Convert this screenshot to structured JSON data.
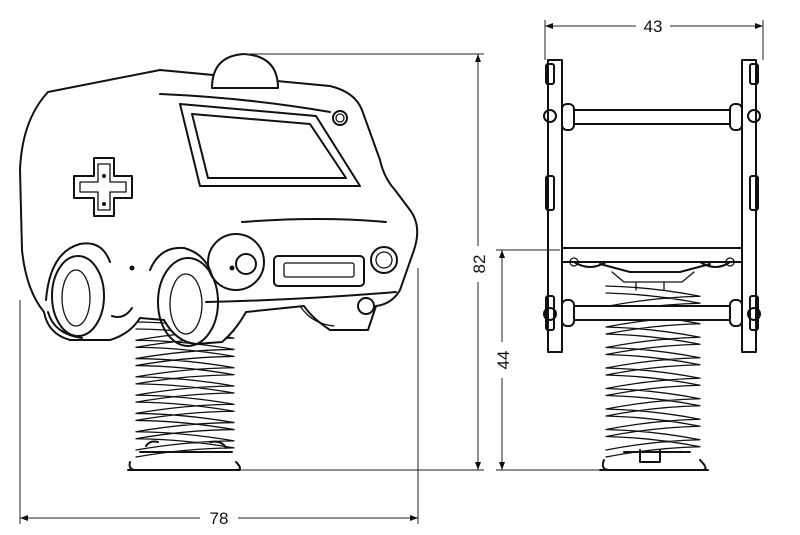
{
  "dimensions": {
    "width_side": "78",
    "height_total": "82",
    "width_front": "43",
    "height_seat": "44"
  },
  "colors": {
    "line": "#111111",
    "background": "#ffffff"
  }
}
